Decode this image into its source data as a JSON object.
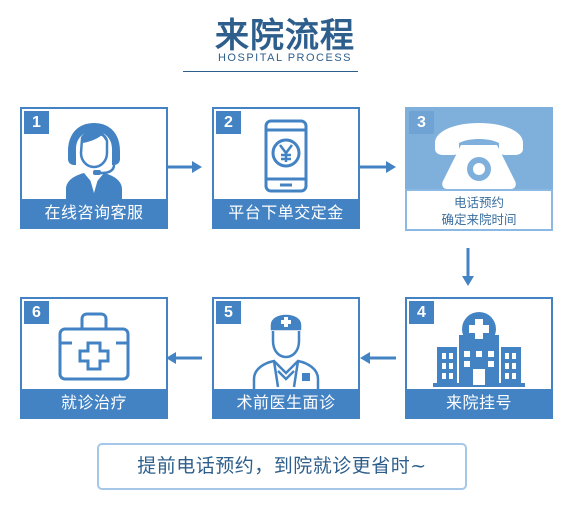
{
  "header": {
    "title": "来院流程",
    "subtitle": "HOSPITAL PROCESS"
  },
  "steps": [
    {
      "number": "1",
      "label": "在线咨询客服",
      "icon": "customer-service-headset-icon"
    },
    {
      "number": "2",
      "label": "平台下单交定金",
      "icon": "phone-yuan-payment-icon"
    },
    {
      "number": "3",
      "label_line1": "电话预约",
      "label_line2": "确定来院时间",
      "icon": "telephone-icon"
    },
    {
      "number": "4",
      "label": "来院挂号",
      "icon": "hospital-building-icon"
    },
    {
      "number": "5",
      "label": "术前医生面诊",
      "icon": "doctor-icon"
    },
    {
      "number": "6",
      "label": "就诊治疗",
      "icon": "medical-kit-icon"
    }
  ],
  "notice": {
    "text": "提前电话预约，到院就诊更省时~"
  },
  "colors": {
    "primary": "#4383c4",
    "dark_blue": "#2e5f8c",
    "active_card": "#7fb0dc",
    "light_border": "#a6c8e8"
  }
}
